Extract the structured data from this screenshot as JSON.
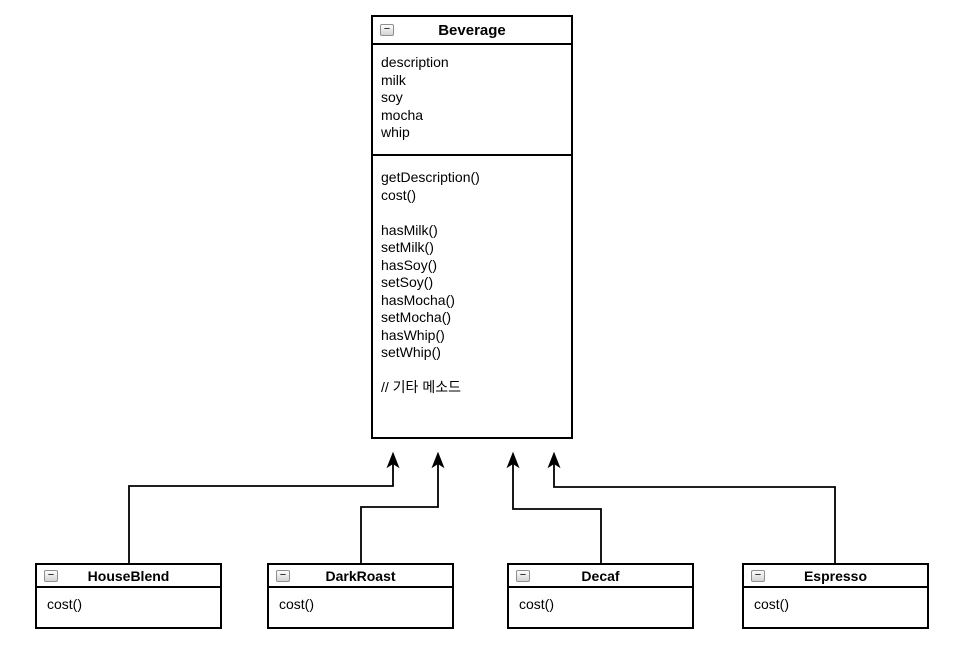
{
  "diagram": {
    "type": "uml-class-diagram",
    "icons": {
      "collapse_glyph": "−"
    },
    "colors": {
      "line": "#000000",
      "background": "#ffffff",
      "text": "#000000",
      "icon_border": "#8f8f8f"
    },
    "beverage": {
      "title": "Beverage",
      "attributes": [
        "description",
        "milk",
        "soy",
        "mocha",
        "whip"
      ],
      "methods": [
        "getDescription()",
        "cost()",
        "",
        "hasMilk()",
        "setMilk()",
        "hasSoy()",
        "setSoy()",
        "hasMocha()",
        "setMocha()",
        "hasWhip()",
        "setWhip()",
        "",
        "// 기타 메소드"
      ]
    },
    "subclasses": [
      {
        "title": "HouseBlend",
        "methods": [
          "cost()"
        ]
      },
      {
        "title": "DarkRoast",
        "methods": [
          "cost()"
        ]
      },
      {
        "title": "Decaf",
        "methods": [
          "cost()"
        ]
      },
      {
        "title": "Espresso",
        "methods": [
          "cost()"
        ]
      }
    ],
    "relationships": [
      {
        "from": "HouseBlend",
        "to": "Beverage",
        "type": "inheritance"
      },
      {
        "from": "DarkRoast",
        "to": "Beverage",
        "type": "inheritance"
      },
      {
        "from": "Decaf",
        "to": "Beverage",
        "type": "inheritance"
      },
      {
        "from": "Espresso",
        "to": "Beverage",
        "type": "inheritance"
      }
    ]
  }
}
